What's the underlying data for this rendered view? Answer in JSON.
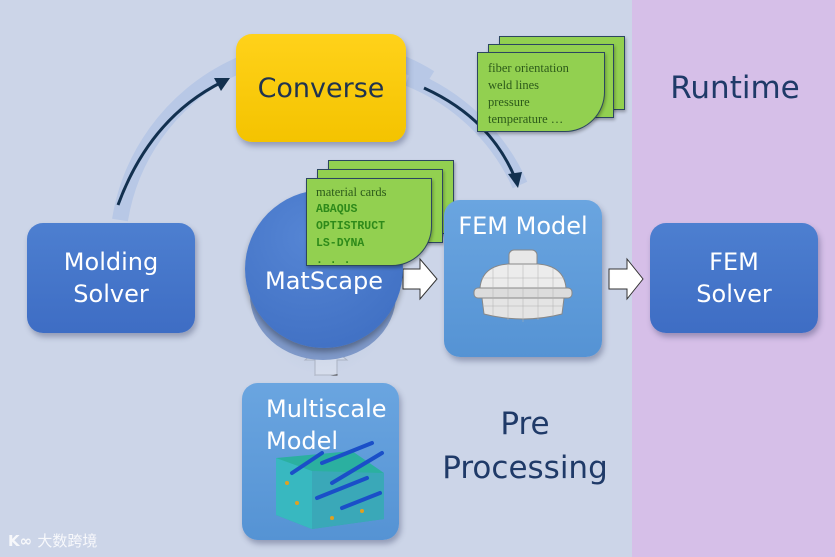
{
  "regions": {
    "pre_processing": {
      "title_line1": "Pre",
      "title_line2": "Processing",
      "color": "#ccd5e8"
    },
    "runtime": {
      "title": "Runtime",
      "color": "#d6bfe8"
    }
  },
  "nodes": {
    "molding_solver": {
      "line1": "Molding",
      "line2": "Solver",
      "color": "#4472c4"
    },
    "converse": {
      "label": "Converse",
      "color": "#ffc000"
    },
    "matscape": {
      "label": "MatScape",
      "color": "#4472c4"
    },
    "fem_model": {
      "label": "FEM Model",
      "color": "#5b9bd5"
    },
    "fem_solver": {
      "line1": "FEM",
      "line2": "Solver",
      "color": "#4472c4"
    },
    "multiscale_model": {
      "line1": "Multiscale",
      "line2": "Model",
      "color": "#5b9bd5"
    }
  },
  "notes": {
    "converse_output": {
      "lines": [
        "fiber orientation",
        "weld lines",
        "pressure",
        "temperature …"
      ],
      "color": "#92d050"
    },
    "material_cards": {
      "title": "material cards",
      "formats": [
        "ABAQUS",
        "OPTISTRUCT",
        "LS-DYNA"
      ],
      "ellipsis": ". . .",
      "color": "#92d050"
    }
  },
  "edges": [
    {
      "from": "molding_solver",
      "to": "converse"
    },
    {
      "from": "converse",
      "to": "fem_model"
    },
    {
      "from": "matscape",
      "to": "fem_model"
    },
    {
      "from": "multiscale_model",
      "to": "matscape"
    },
    {
      "from": "fem_model",
      "to": "fem_solver"
    }
  ],
  "watermark": {
    "text": "大数跨境"
  }
}
